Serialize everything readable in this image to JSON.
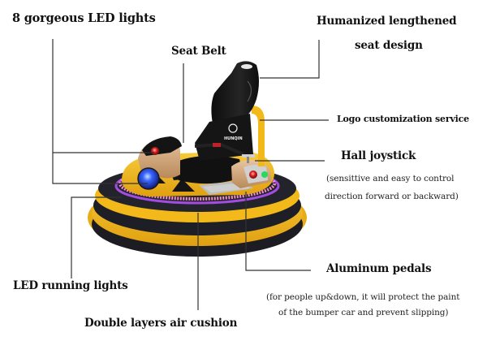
{
  "image": {
    "subject": "bumper car product feature diagram",
    "colors": {
      "body_yellow": "#f3b81a",
      "bumper_black": "#1c1c22",
      "seat_black": "#151515",
      "led_pink": "#f08cc8",
      "led_purple": "#a24ce0",
      "light_blue": "#2a4ad8",
      "light_red": "#d82a2a",
      "light_green": "#2ad860",
      "trim_gold": "#d9a878",
      "leader_line": "#333333"
    },
    "seat_logo_text": "HUNQIN"
  },
  "labels": {
    "led_lights": "8 gorgeous LED lights",
    "seat_belt": "Seat Belt",
    "seat_design_line1": "Humanized lengthened",
    "seat_design_line2": "seat design",
    "logo_service": "Logo customization service",
    "joystick": "Hall joystick",
    "joystick_desc_line1": "(sensittive and easy to control",
    "joystick_desc_line2": "direction forward or backward)",
    "running_lights": "LED running lights",
    "pedals": "Aluminum pedals",
    "pedals_desc_line1": "(for people up&down, it will protect the paint",
    "pedals_desc_line2": "of the bumper car and prevent slipping)",
    "air_cushion": "Double layers air cushion"
  }
}
